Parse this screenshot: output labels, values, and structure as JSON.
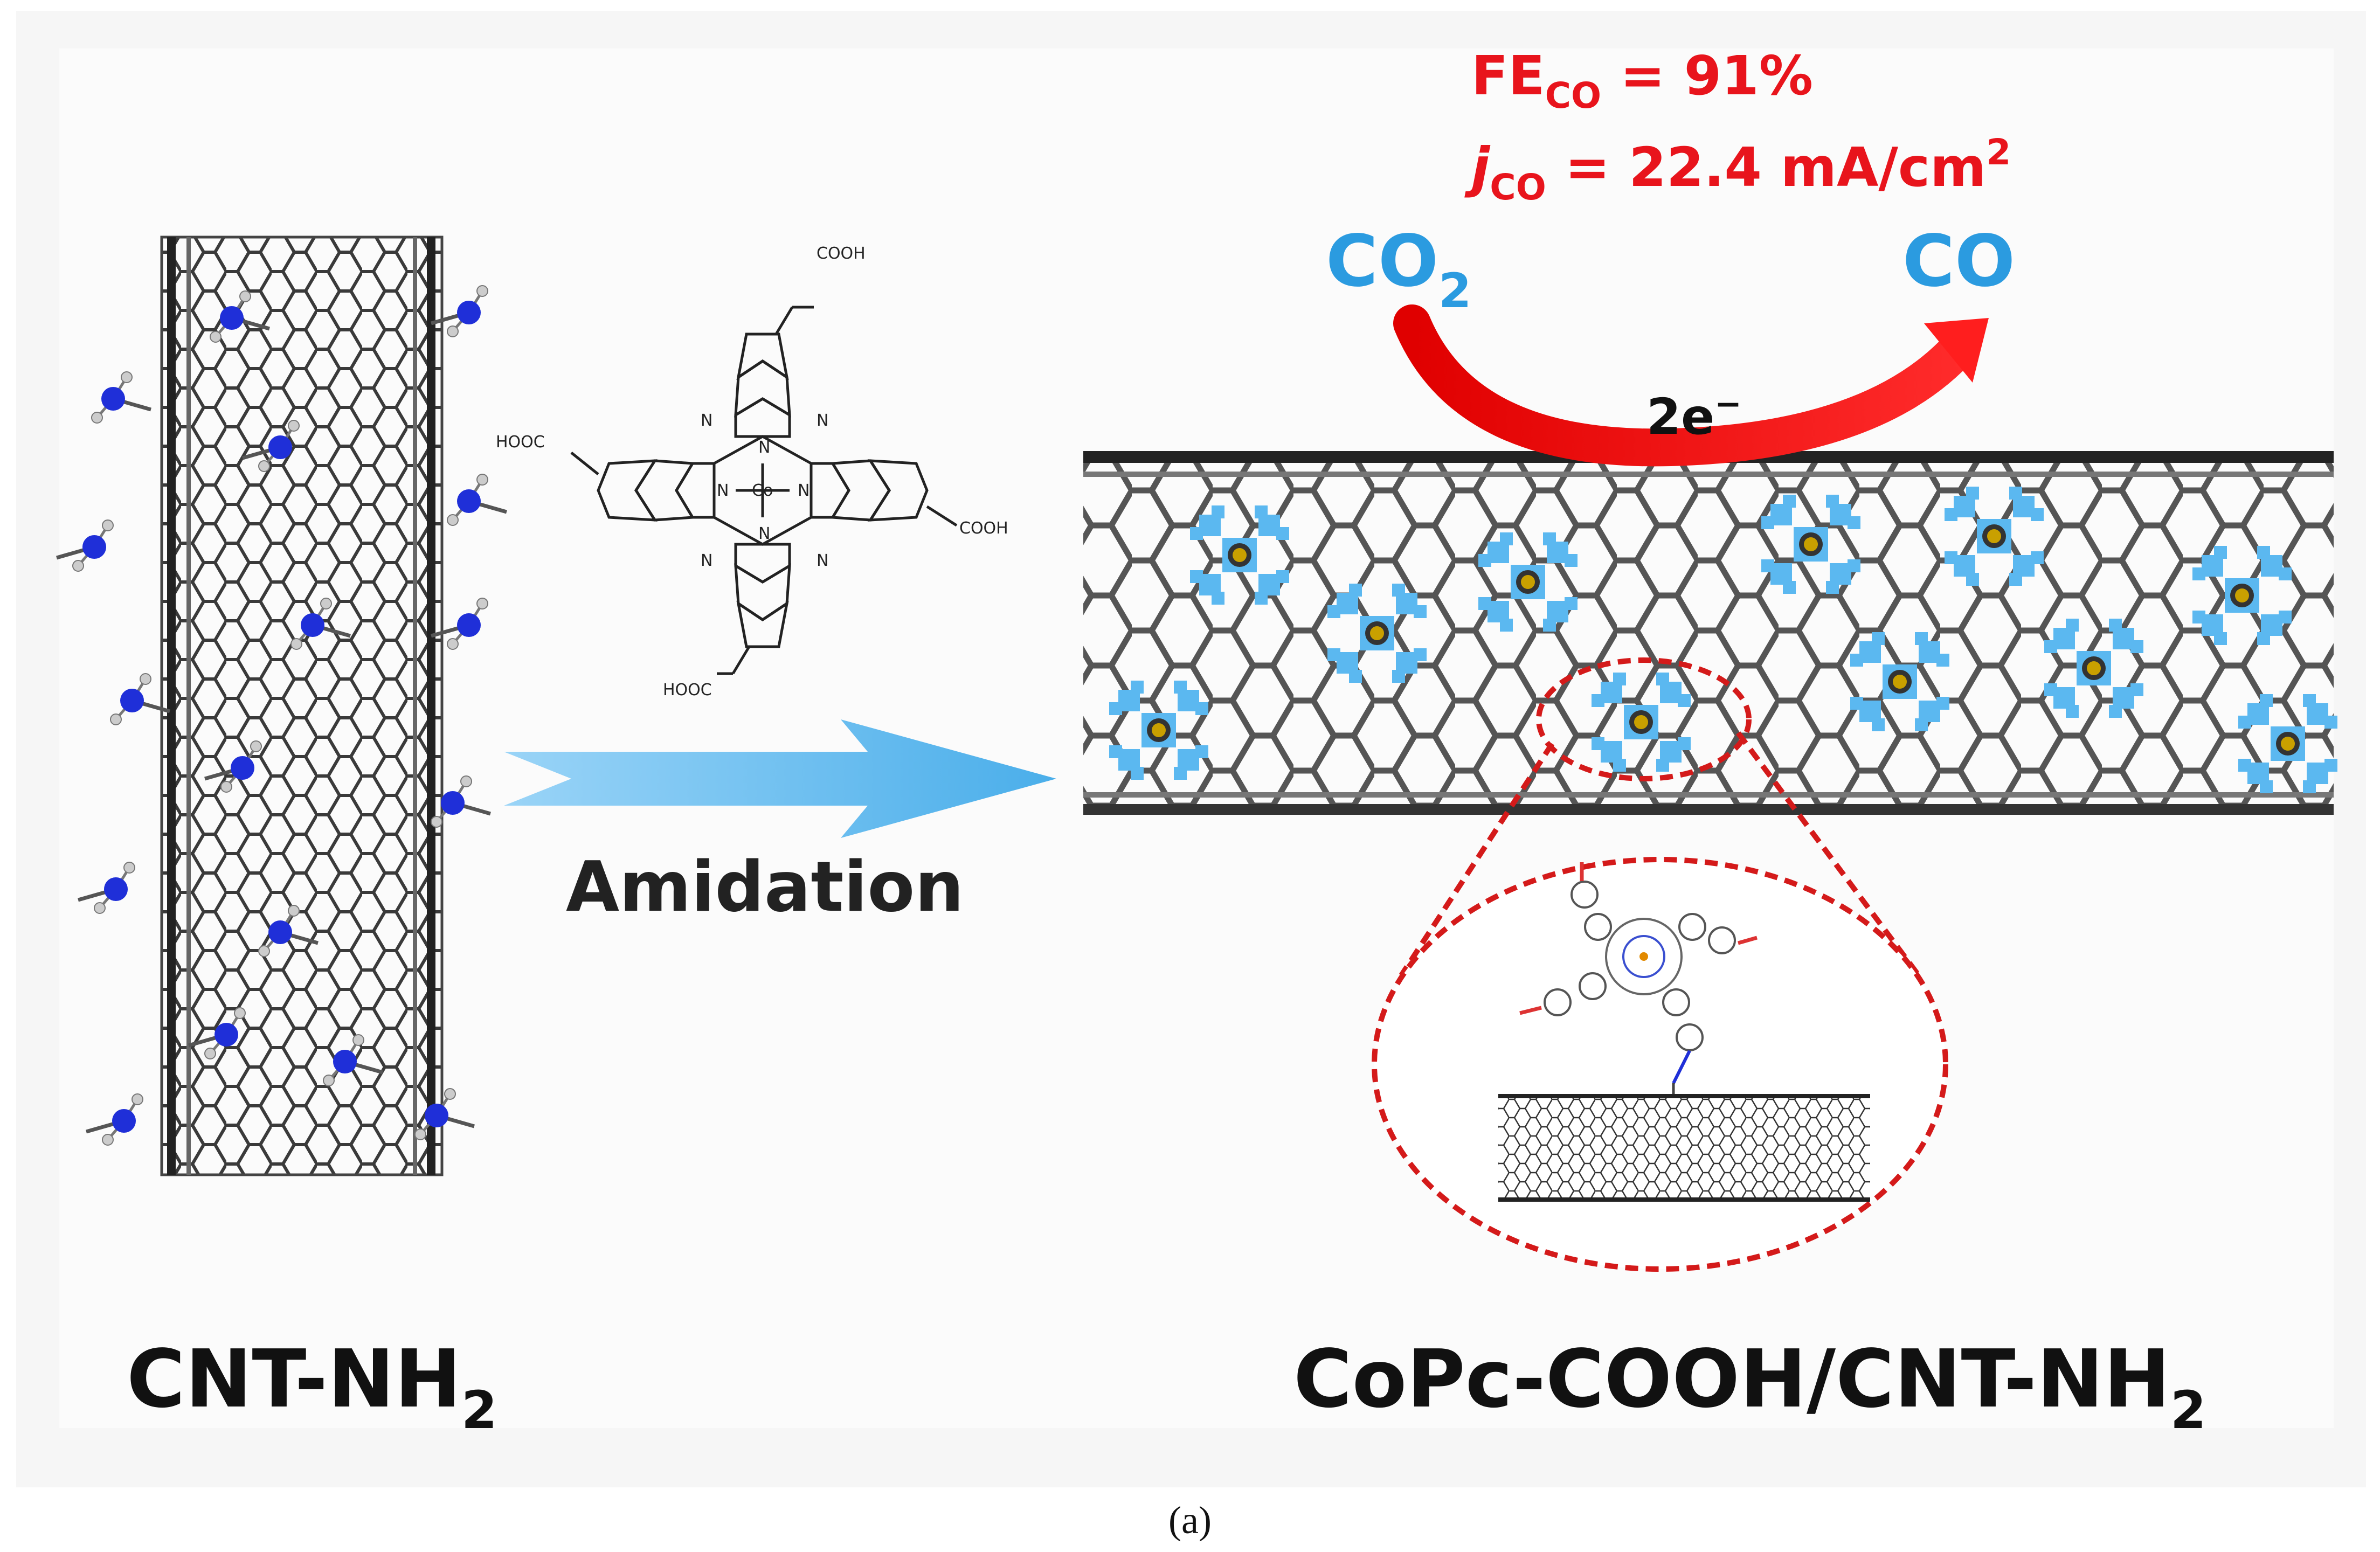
{
  "colors": {
    "panel": "#f7f7f7",
    "accent_red": "#e8141c",
    "co_blue": "#2b9be0",
    "arrow_blue": "#5bb8f0",
    "nitrogen": "#1f2fd8",
    "cobalt": "#c9a000",
    "cnt_stroke": "#3a3a3a"
  },
  "left": {
    "label_main": "CNT-NH",
    "label_sub": "2"
  },
  "arrow": {
    "label": "Amidation"
  },
  "molecule": {
    "cooh_top": "COOH",
    "cooh_left": "HOOC",
    "cooh_right": "COOH",
    "cooh_bottom": "HOOC",
    "metal": "Co",
    "n": "N"
  },
  "reaction": {
    "fe_main": "FE",
    "fe_sub": "CO",
    "fe_value": " = 91%",
    "j_main": "j",
    "j_sub": "CO",
    "j_value": " = 22.4 mA/cm",
    "j_sup": "2",
    "reactant_main": "CO",
    "reactant_sub": "2",
    "product": "CO",
    "electrons_main": "2e",
    "electrons_sup": "−"
  },
  "right": {
    "label_main": "CoPc-COOH/CNT-NH",
    "label_sub": "2"
  },
  "caption": "(a)"
}
